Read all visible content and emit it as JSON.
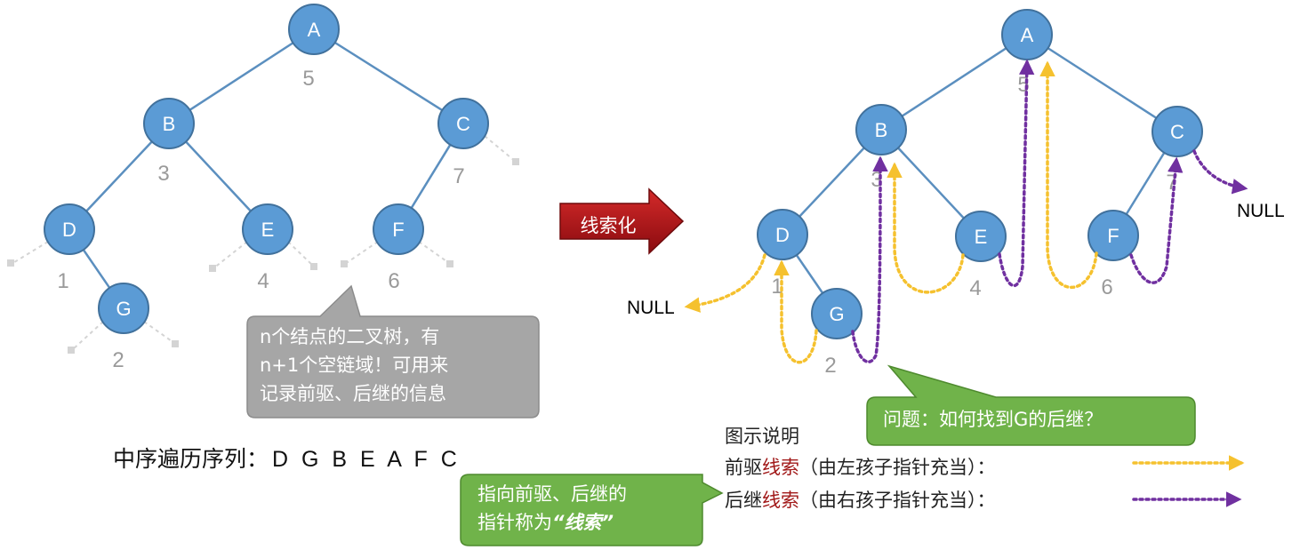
{
  "left_tree": {
    "nodes": [
      "A",
      "B",
      "C",
      "D",
      "E",
      "F",
      "G"
    ],
    "inorder_numbers": [
      "5",
      "3",
      "7",
      "1",
      "4",
      "6",
      "2"
    ]
  },
  "right_tree": {
    "nodes": [
      "A",
      "B",
      "C",
      "D",
      "E",
      "F",
      "G"
    ],
    "inorder_numbers": [
      "5",
      "3",
      "7",
      "1",
      "4",
      "6",
      "2"
    ],
    "null_left": "NULL",
    "null_right": "NULL"
  },
  "arrow_label": "线索化",
  "gray_callout": [
    "n个结点的二叉树，有",
    "n+1个空链域！可用来",
    "记录前驱、后继的信息"
  ],
  "inorder_sequence": {
    "label": "中序遍历序列：",
    "sequence": "D G B E A F C"
  },
  "question_callout": "问题：如何找到G的后继？",
  "definition_callout": {
    "line1": "指向前驱、后继的",
    "line2_prefix": "指针称为",
    "term": "“线索”"
  },
  "legend": {
    "title": "图示说明",
    "pred_prefix": "前驱",
    "pred_highlight": "线索",
    "pred_suffix": "（由左孩子指针充当）：",
    "succ_prefix": "后继",
    "succ_highlight": "线索",
    "succ_suffix": "（由右孩子指针充当）："
  },
  "colors": {
    "node_fill": "#5b9bd5",
    "node_stroke": "#41719c",
    "edge": "#5b8fbf",
    "predecessor_thread": "#f5c12e",
    "successor_thread": "#7030a0",
    "callout_gray": "#a6a6a6",
    "callout_green": "#70b34a",
    "arrow_red": "#b01217",
    "highlight_red": "#a11818"
  }
}
